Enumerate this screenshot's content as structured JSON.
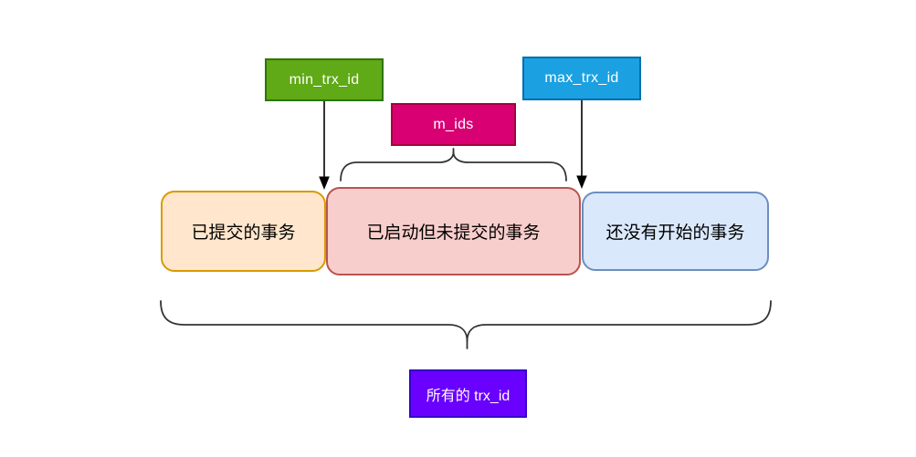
{
  "diagram": {
    "name": "mvcc-readview-trx-id-ranges",
    "background": "#ffffff"
  },
  "pointers": {
    "min_trx": {
      "label": "min_trx_id",
      "fill": "#60a917",
      "stroke": "#2d7600",
      "text_color": "#ffffff"
    },
    "m_ids": {
      "label": "m_ids",
      "fill": "#d80073",
      "stroke": "#a50040",
      "text_color": "#ffffff"
    },
    "max_trx": {
      "label": "max_trx_id",
      "fill": "#1ba1e2",
      "stroke": "#006eaf",
      "text_color": "#ffffff"
    }
  },
  "ranges": {
    "committed": {
      "label": "已提交的事务",
      "fill": "#ffe6cc",
      "stroke": "#d79b00",
      "text_color": "#000000"
    },
    "active": {
      "label": "已启动但未提交的事务",
      "fill": "#f8cecc",
      "stroke": "#b85450",
      "text_color": "#000000"
    },
    "not_started": {
      "label": "还没有开始的事务",
      "fill": "#dae8fc",
      "stroke": "#6c8ebf",
      "text_color": "#000000"
    }
  },
  "summary": {
    "all_trx": {
      "label": "所有的 trx_id",
      "fill": "#6a00ff",
      "stroke": "#3700cc",
      "text_color": "#ffffff"
    }
  },
  "connectors": {
    "arrow_color": "#000000",
    "brace_color": "#333333"
  }
}
